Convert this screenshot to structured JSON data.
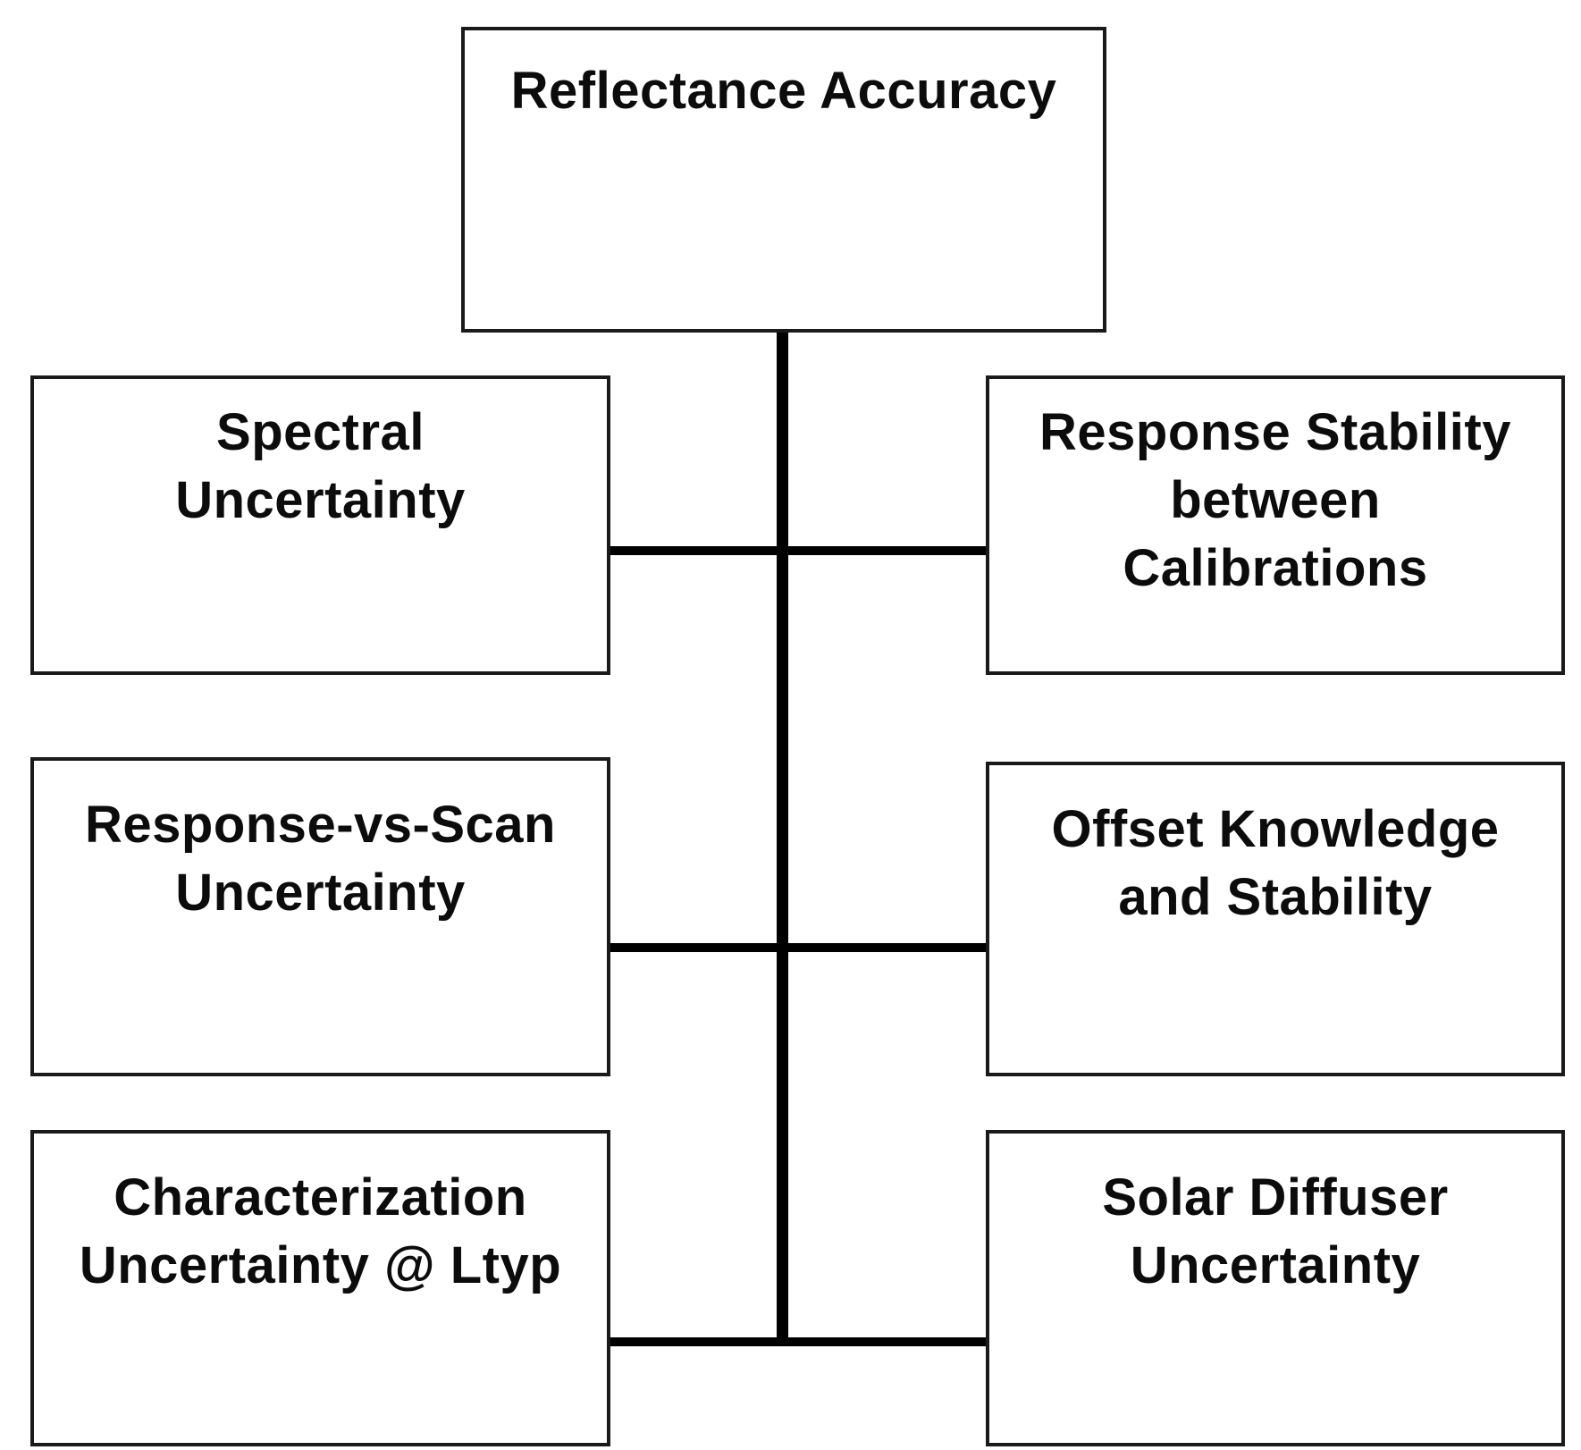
{
  "diagram": {
    "type": "block-tree",
    "background_color": "#ffffff",
    "box_border_color": "#1a1a1a",
    "connector_color": "#000000",
    "text_color": "#0c0c0c",
    "nodes": {
      "root": {
        "id": "reflectance-accuracy",
        "label": "Reflectance Accuracy"
      },
      "left": [
        {
          "id": "spectral-uncertainty",
          "label": "Spectral\nUncertainty"
        },
        {
          "id": "response-vs-scan-uncertainty",
          "label": "Response-vs-Scan\nUncertainty"
        },
        {
          "id": "characterization-uncertainty-ltyp",
          "label": "Characterization\nUncertainty @ Ltyp"
        }
      ],
      "right": [
        {
          "id": "response-stability-between-calibrations",
          "label": "Response Stability\nbetween\nCalibrations"
        },
        {
          "id": "offset-knowledge-and-stability",
          "label": "Offset Knowledge\nand Stability"
        },
        {
          "id": "solar-diffuser-uncertainty",
          "label": "Solar Diffuser\nUncertainty"
        }
      ]
    }
  }
}
